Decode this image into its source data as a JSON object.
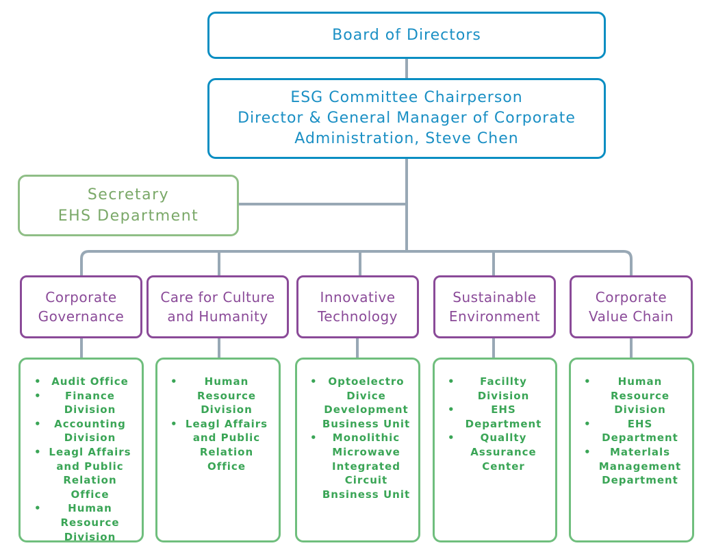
{
  "board": {
    "title": "Board of Directors"
  },
  "committee": {
    "line1": "ESG Committee Chairperson",
    "line2": "Director & General Manager of Corporate",
    "line3": "Administration, Steve Chen"
  },
  "secretary": {
    "line1": "Secretary",
    "line2": "EHS Department"
  },
  "categories": [
    {
      "line1": "Corporate",
      "line2": "Governance",
      "items": [
        "Audit Office",
        "Finance Division",
        "Accounting Division",
        "Leagl Affairs and Public Relation Office",
        "Human Resource Division"
      ]
    },
    {
      "line1": "Care for Culture",
      "line2": "and Humanity",
      "items": [
        "Human Resource Division",
        "Leagl Affairs and Public Relation Office"
      ]
    },
    {
      "line1": "Innovative",
      "line2": "Technology",
      "items": [
        "Optoelectro Divice Development Business Unit",
        "Monolithic Microwave Integrated Circuit Bnsiness Unit"
      ]
    },
    {
      "line1": "Sustainable",
      "line2": "Environment",
      "items": [
        "Facillty Division",
        "EHS Department",
        "Quallty Assurance Center"
      ]
    },
    {
      "line1": "Corporate",
      "line2": "Value Chain",
      "items": [
        "Human Resource Division",
        "EHS Department",
        "Materlals Management Department"
      ]
    }
  ],
  "colors": {
    "connector": "#98a8b5",
    "blue": "#0a8ec2",
    "green": "#8fbe86",
    "purple": "#8a4a98",
    "list_green": "#3aa556"
  }
}
